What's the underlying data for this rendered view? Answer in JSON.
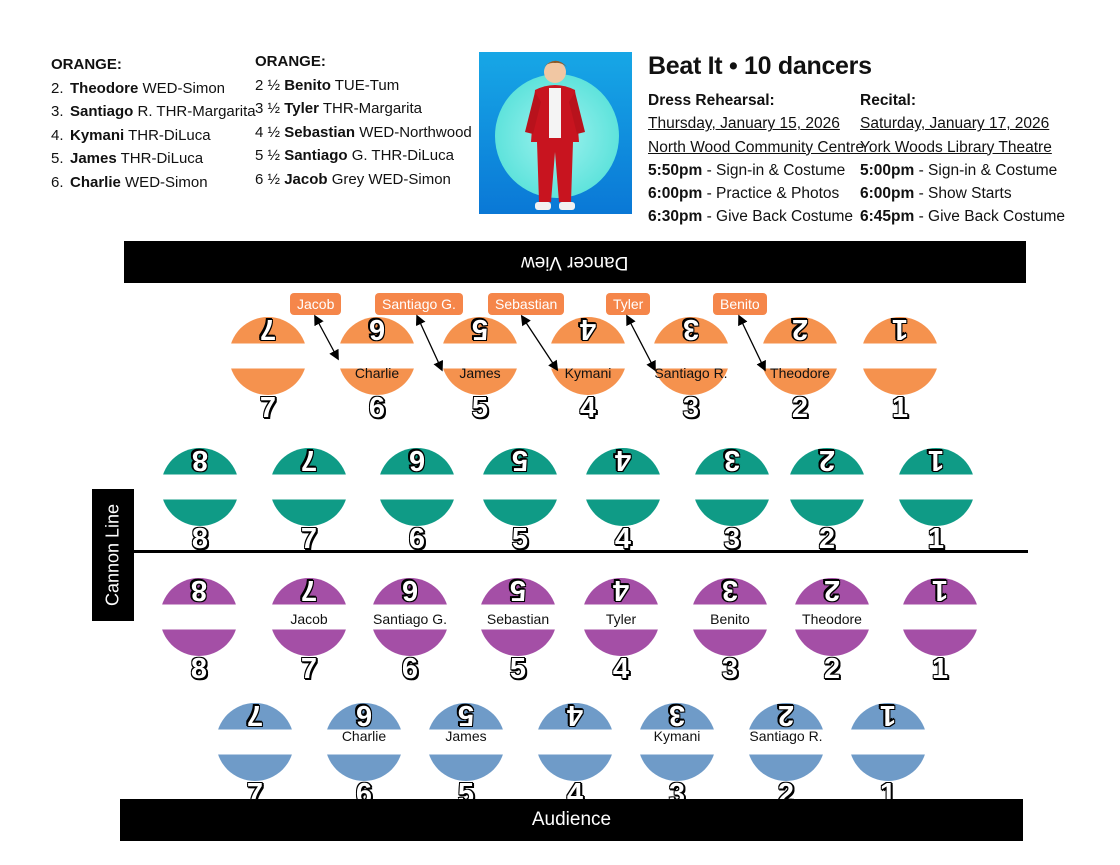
{
  "roster_left": {
    "heading": "ORANGE:",
    "items": [
      {
        "num": "2.",
        "name": "Theodore",
        "rest": " WED-Simon"
      },
      {
        "num": "3.",
        "name": "Santiago",
        "rest": " R. THR-Margarita"
      },
      {
        "num": "4.",
        "name": "Kymani",
        "rest": " THR-DiLuca"
      },
      {
        "num": "5.",
        "name": "James",
        "rest": " THR-DiLuca"
      },
      {
        "num": "6.",
        "name": "Charlie",
        "rest": " WED-Simon"
      }
    ]
  },
  "roster_right": {
    "heading": "ORANGE:",
    "items": [
      {
        "num": "2 ½ ",
        "name": "Benito",
        "rest": " TUE-Tum"
      },
      {
        "num": "3 ½ ",
        "name": "Tyler",
        "rest": " THR-Margarita"
      },
      {
        "num": "4 ½ ",
        "name": "Sebastian",
        "rest": " WED-Northwood"
      },
      {
        "num": "5 ½ ",
        "name": "Santiago",
        "rest": " G. THR-DiLuca"
      },
      {
        "num": "6 ½ ",
        "name": "Jacob",
        "rest": " Grey WED-Simon"
      }
    ]
  },
  "title": "Beat It • 10 dancers",
  "dress": {
    "heading": "Dress Rehearsal:",
    "date": "Thursday, January 15, 2026",
    "venue": "North Wood Community Centre",
    "lines": [
      {
        "time": "5:50pm",
        "text": " - Sign-in & Costume"
      },
      {
        "time": "6:00pm",
        "text": " - Practice & Photos"
      },
      {
        "time": "6:30pm",
        "text": " - Give Back Costume"
      }
    ]
  },
  "recital": {
    "heading": "Recital:",
    "date": "Saturday, January 17, 2026",
    "venue": "York Woods Library Theatre",
    "lines": [
      {
        "time": "5:00pm",
        "text": " - Sign-in & Costume"
      },
      {
        "time": "6:00pm",
        "text": " - Show Starts"
      },
      {
        "time": "6:45pm",
        "text": " - Give Back Costume"
      }
    ]
  },
  "dancer_view_label": "Dancer View",
  "cannon_line_label": "Cannon Line",
  "audience_label": "Audience",
  "colors": {
    "orange": "#f5924e",
    "green": "#0f9b86",
    "purple": "#a44fa6",
    "blue": "#6f9bc8",
    "tag": "#f5864a"
  },
  "rows": [
    {
      "color": "orange",
      "spots": [
        {
          "n": "7",
          "name": ""
        },
        {
          "n": "6",
          "name": "Charlie"
        },
        {
          "n": "5",
          "name": "James"
        },
        {
          "n": "4",
          "name": "Kymani"
        },
        {
          "n": "3",
          "name": "Santiago R."
        },
        {
          "n": "2",
          "name": "Theodore"
        },
        {
          "n": "1",
          "name": ""
        }
      ]
    },
    {
      "color": "green",
      "spots": [
        {
          "n": "8",
          "name": ""
        },
        {
          "n": "7",
          "name": ""
        },
        {
          "n": "6",
          "name": ""
        },
        {
          "n": "5",
          "name": ""
        },
        {
          "n": "4",
          "name": ""
        },
        {
          "n": "3",
          "name": ""
        },
        {
          "n": "2",
          "name": ""
        },
        {
          "n": "1",
          "name": ""
        }
      ]
    },
    {
      "color": "purple",
      "spots": [
        {
          "n": "8",
          "name": ""
        },
        {
          "n": "7",
          "name": "Jacob"
        },
        {
          "n": "6",
          "name": "Santiago G."
        },
        {
          "n": "5",
          "name": "Sebastian"
        },
        {
          "n": "4",
          "name": "Tyler"
        },
        {
          "n": "3",
          "name": "Benito"
        },
        {
          "n": "2",
          "name": "Theodore"
        },
        {
          "n": "1",
          "name": ""
        }
      ]
    },
    {
      "color": "blue",
      "spots": [
        {
          "n": "7",
          "name": ""
        },
        {
          "n": "6",
          "name": "Charlie"
        },
        {
          "n": "5",
          "name": "James"
        },
        {
          "n": "4",
          "name": ""
        },
        {
          "n": "3",
          "name": "Kymani"
        },
        {
          "n": "2",
          "name": "Santiago R."
        },
        {
          "n": "1",
          "name": ""
        }
      ]
    }
  ],
  "tags": [
    "Jacob",
    "Santiago G.",
    "Sebastian",
    "Tyler",
    "Benito"
  ]
}
